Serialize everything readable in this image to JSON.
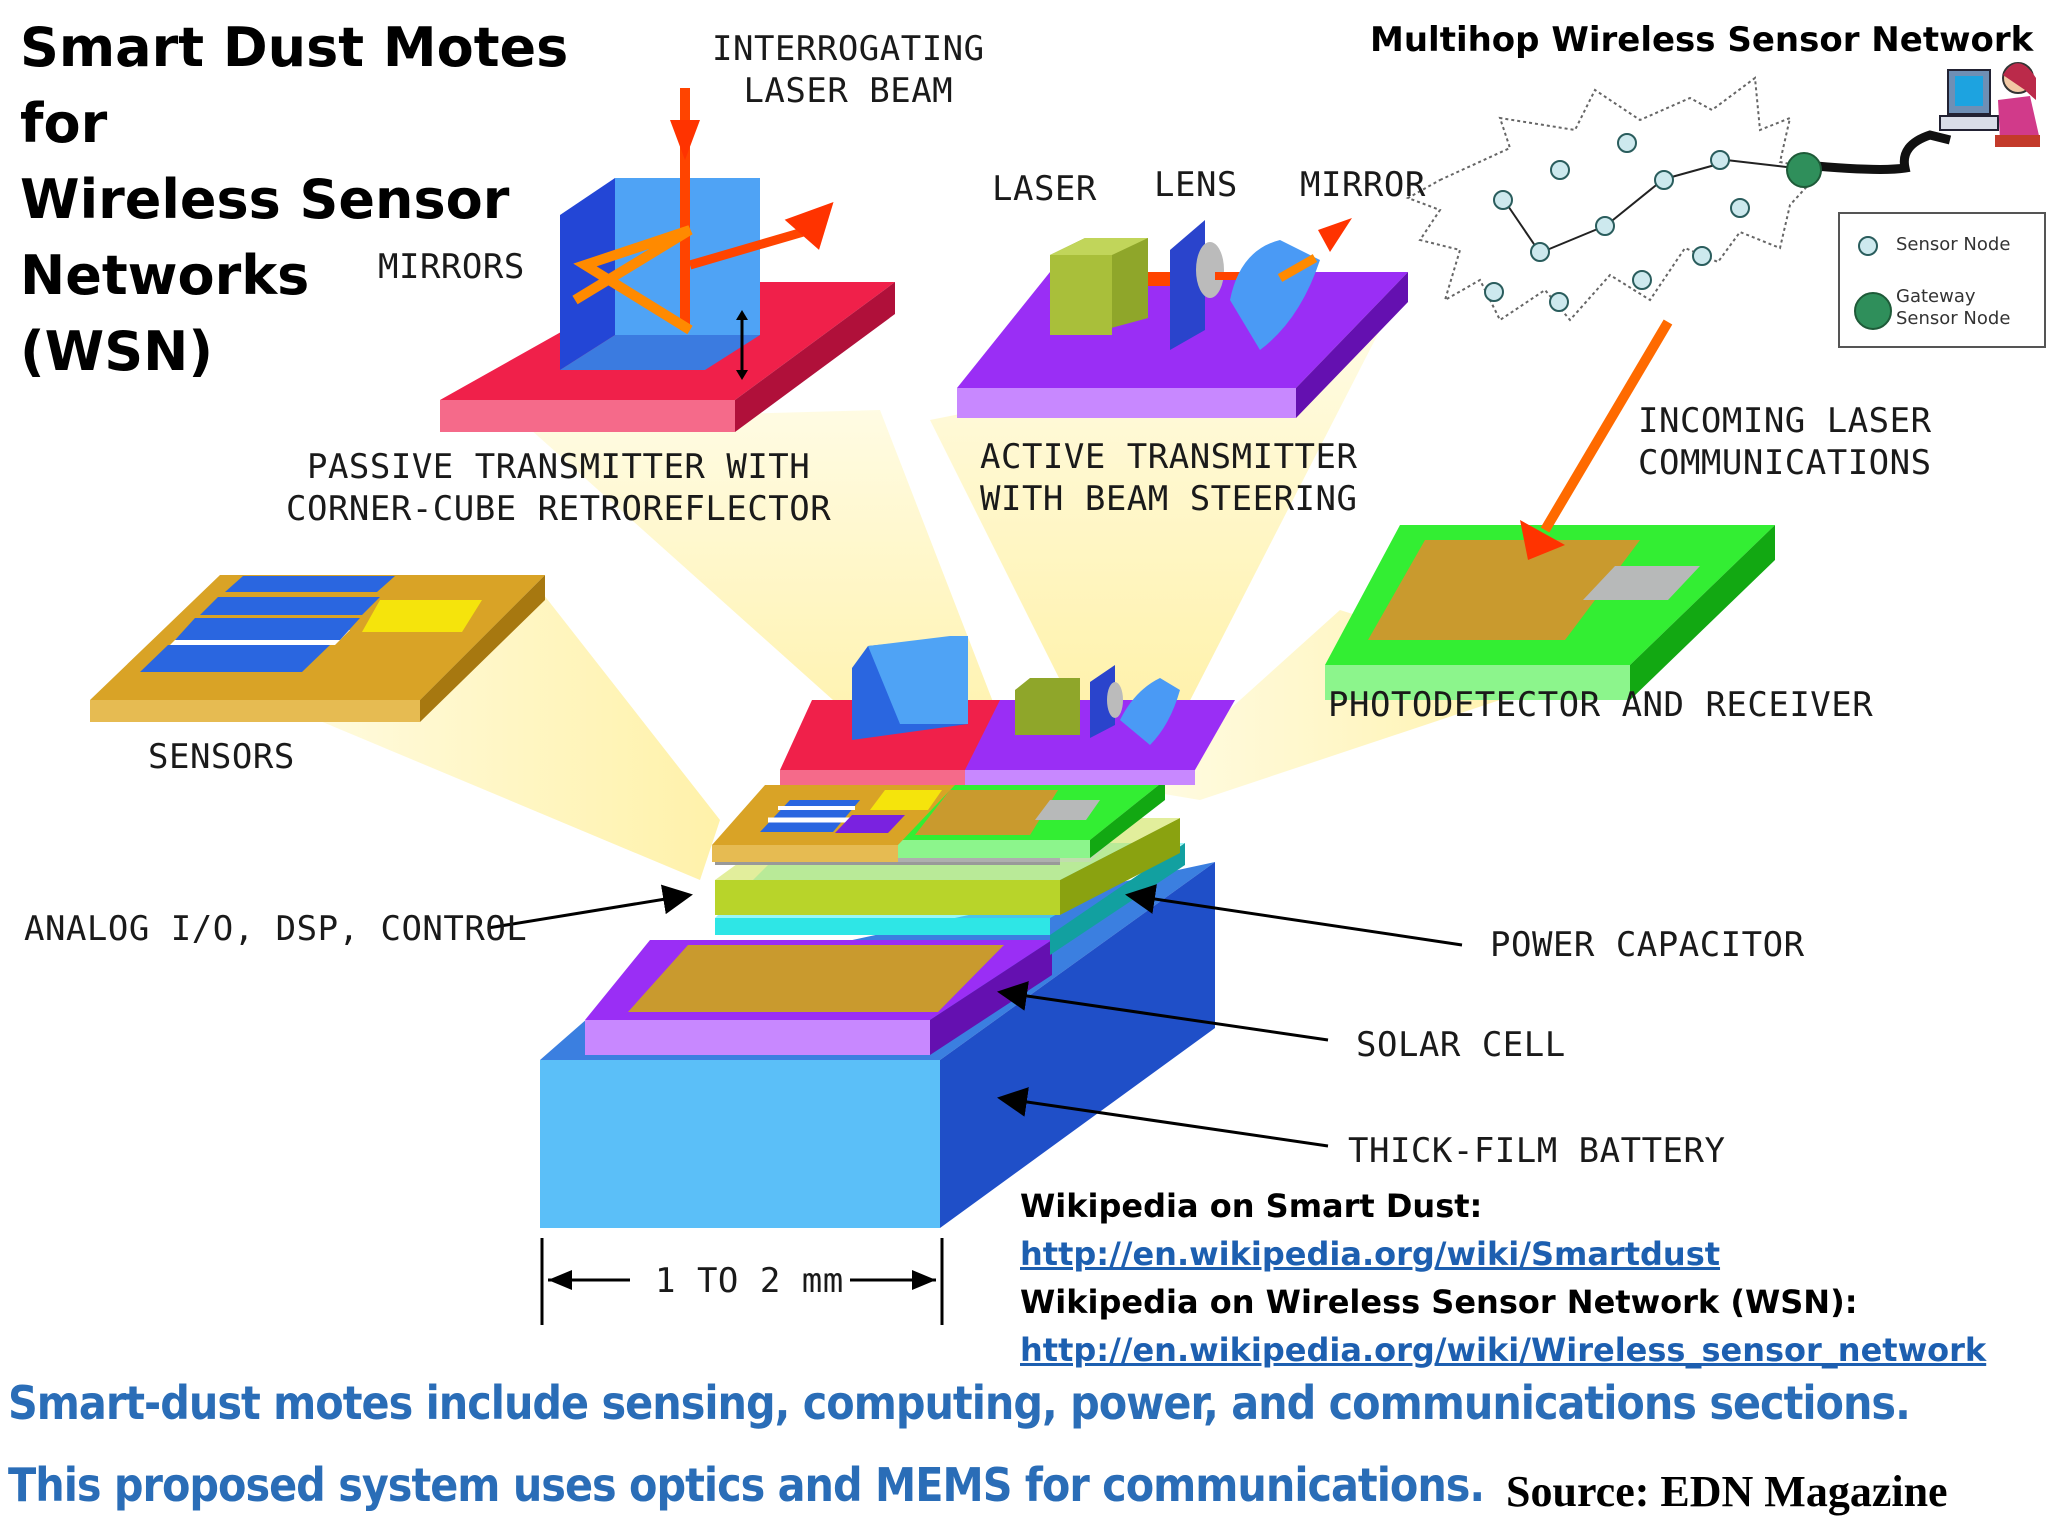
{
  "title": {
    "line1": "Smart Dust Motes for",
    "line2": "Wireless Sensor",
    "line3": "Networks",
    "line4": "(WSN)"
  },
  "labels": {
    "interrogating_1": "INTERROGATING",
    "interrogating_2": "LASER BEAM",
    "mirrors": "MIRRORS",
    "laser": "LASER",
    "lens": "LENS",
    "mirror": "MIRROR",
    "passive_1": "PASSIVE TRANSMITTER WITH",
    "passive_2": "CORNER-CUBE RETROREFLECTOR",
    "active_1": "ACTIVE TRANSMITTER",
    "active_2": "WITH BEAM STEERING",
    "incoming_1": "INCOMING LASER",
    "incoming_2": "COMMUNICATIONS",
    "photodetector": "PHOTODETECTOR AND RECEIVER",
    "sensors": "SENSORS",
    "analog": "ANALOG I/O, DSP, CONTROL",
    "power_capacitor": "POWER CAPACITOR",
    "solar_cell": "SOLAR CELL",
    "battery": "THICK-FILM BATTERY",
    "dimension": "1 TO 2 mm"
  },
  "network": {
    "title": "Multihop Wireless Sensor Network",
    "legend_sensor": "Sensor Node",
    "legend_gateway_1": "Gateway",
    "legend_gateway_2": "Sensor Node"
  },
  "links": {
    "smartdust_label": "Wikipedia on Smart Dust:",
    "smartdust_url": "http://en.wikipedia.org/wiki/Smartdust",
    "wsn_label": "Wikipedia on Wireless Sensor Network (WSN):",
    "wsn_url": "http://en.wikipedia.org/wiki/Wireless_sensor_network"
  },
  "caption": {
    "line1": "Smart-dust motes include sensing, computing, power, and communications sections.",
    "line2": "This proposed system uses optics and MEMS for communications."
  },
  "source": "Source: EDN Magazine",
  "colors": {
    "beam_yellow": "#fff3a0",
    "battery_blue": "#5bbff8",
    "battery_dark": "#1f4fc8",
    "red_platform": "#f0204a",
    "purple_platform": "#9a2ef5",
    "green_platform": "#33ee33",
    "sensor_gold": "#d9a326",
    "laser_red": "#ff3300",
    "caption_blue": "#2a6db7",
    "link_blue": "#1d5fb0",
    "gateway_green": "#2f8f5b"
  }
}
